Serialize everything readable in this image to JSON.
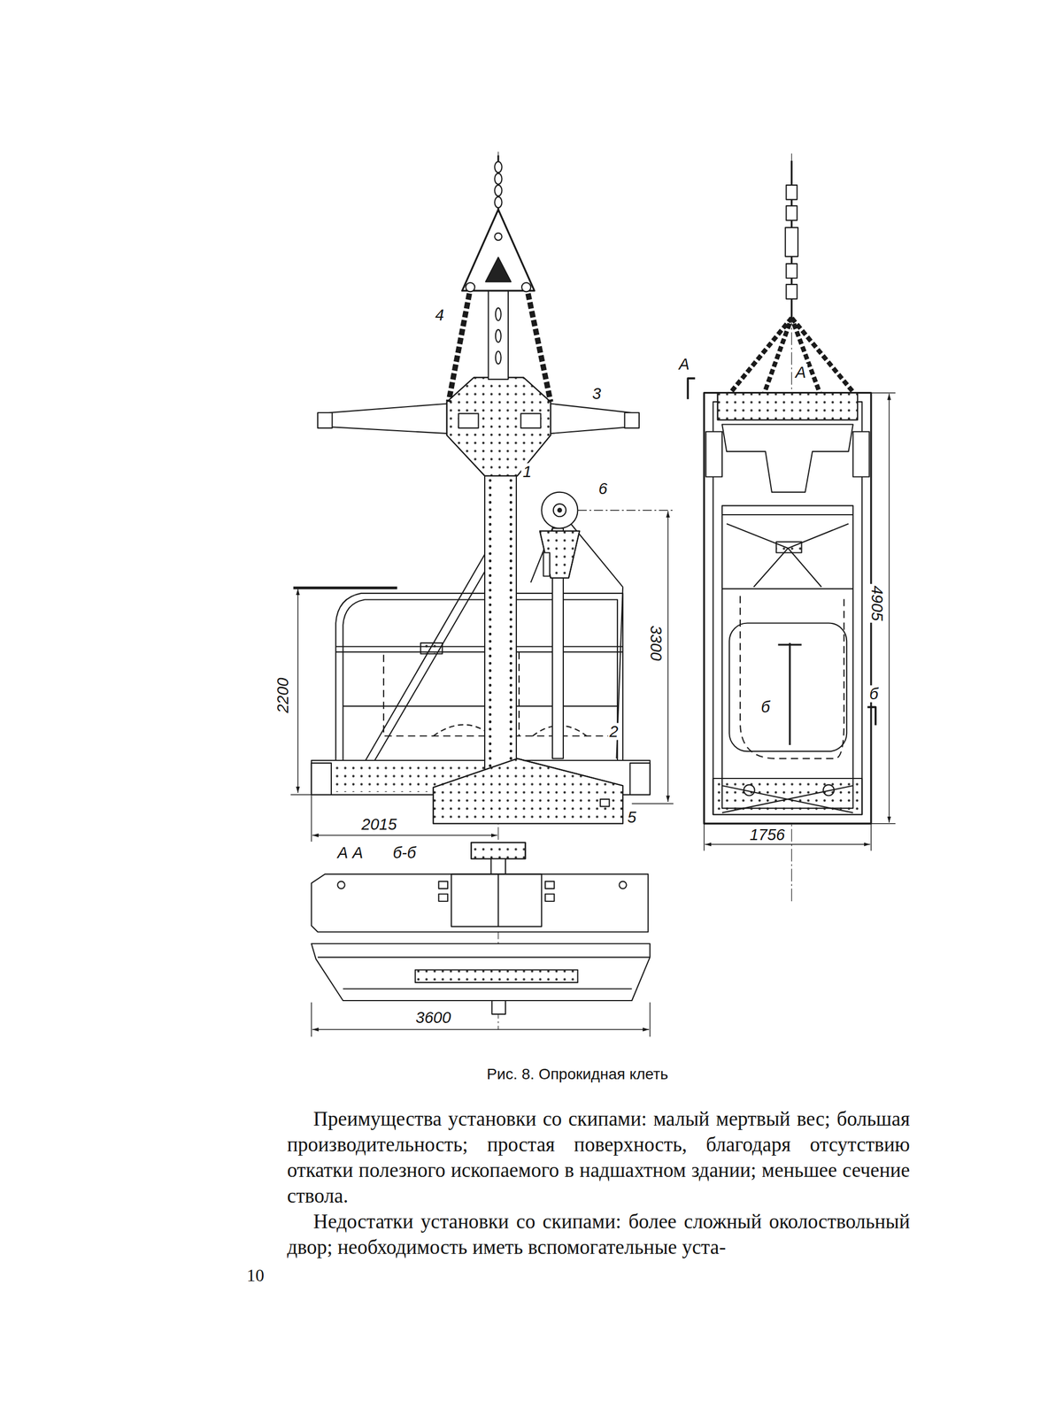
{
  "diagram": {
    "caption": "Рис. 8. Опрокидная клеть",
    "labels": [
      "4",
      "3",
      "1",
      "6",
      "2200",
      "3300",
      "2",
      "5",
      "2015",
      "А А",
      "б-б",
      "3600",
      "А",
      "А",
      "4905",
      "б",
      "б",
      "1756",
      "Преимущества установки со скипами: малый мертвый вес; большая производительность; простая поверхность, благодаря отсутствию откатки полезного ископаемого в надшахтном здании; меньшее сечение ствола.",
      "Недостатки установки со скипами: более сложный околоствольный двор; необходимость иметь вспомогательные уста-",
      "10"
    ]
  }
}
